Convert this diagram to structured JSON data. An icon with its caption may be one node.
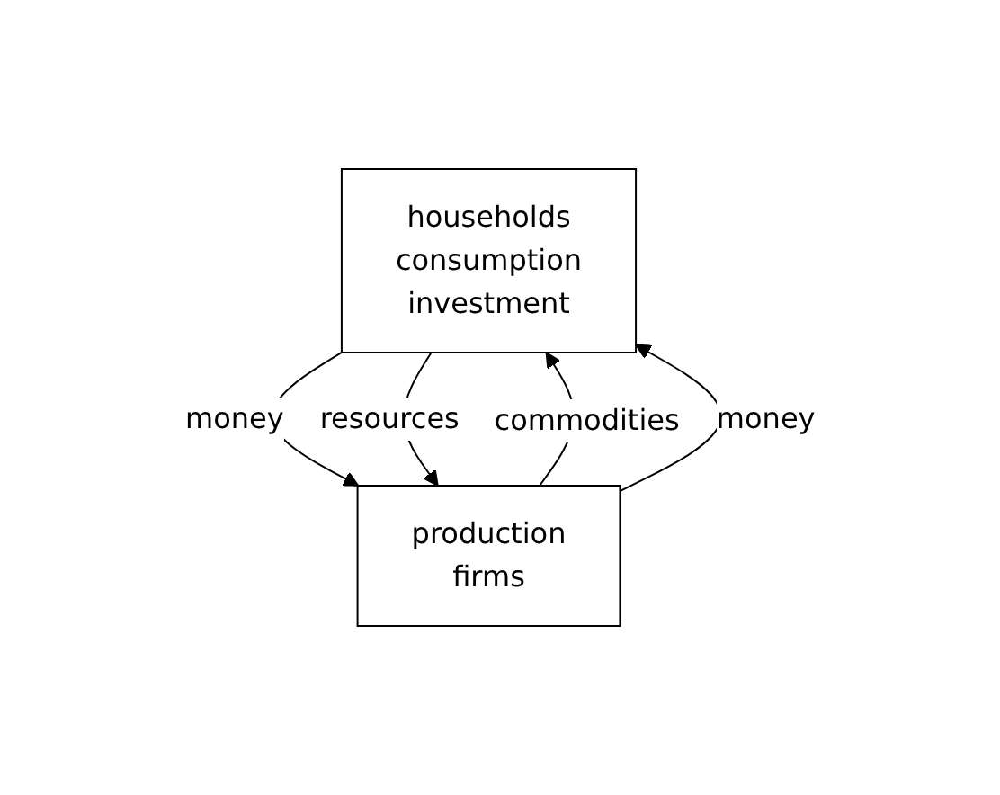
{
  "diagram": {
    "nodes": [
      {
        "text": [
          "households",
          "consumption",
          "investment"
        ]
      },
      {
        "text": [
          "production",
          "firms"
        ]
      }
    ],
    "edges": [
      {
        "from": 0,
        "to": 1,
        "arrow": "to",
        "label": "money"
      },
      {
        "from": 1,
        "to": 0,
        "arrow": "to",
        "label": "commodities"
      },
      {
        "from": 0,
        "to": 1,
        "arrow": "to",
        "label": "resources"
      },
      {
        "from": 1,
        "to": 0,
        "arrow": "to",
        "label": "money"
      }
    ]
  }
}
